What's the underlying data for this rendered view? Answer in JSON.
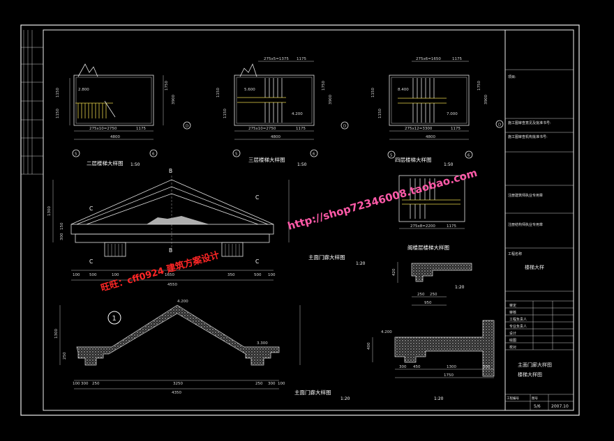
{
  "drawings": {
    "stair2": {
      "title": "二层楼梯大样图",
      "scale": "1:50",
      "dims_top": [],
      "dims_bottom": [
        "275x10=2750",
        "1175",
        "4800"
      ],
      "level": "2.800",
      "axes": [
        "5",
        "6",
        "D"
      ]
    },
    "stair3": {
      "title": "三层楼梯大样图",
      "scale": "1:50",
      "dims_top": [
        "275x5=1375",
        "1175"
      ],
      "dims_bottom": [
        "275x10=2750",
        "1175",
        "4800"
      ],
      "levels": [
        "5.600",
        "4.200"
      ],
      "axes": [
        "5",
        "6",
        "D"
      ]
    },
    "stair4": {
      "title": "四层楼梯大样图",
      "scale": "1:50",
      "dims_top": [
        "275x6=1650",
        "1175"
      ],
      "dims_bottom": [
        "275x12=3300",
        "1175",
        "4800"
      ],
      "levels": [
        "8.400",
        "7.000"
      ],
      "axes": [
        "5",
        "6",
        "D"
      ]
    },
    "stairTop": {
      "title": "阁楼层楼梯大样图",
      "dims_bottom": [
        "275x8=2200",
        "1175"
      ]
    },
    "portico1": {
      "title": "主面门廊大样图",
      "scale": "1:20",
      "section_marks": [
        "B",
        "B",
        "C",
        "C",
        "C",
        "C"
      ],
      "dims_bottom": [
        "100",
        "500",
        "100",
        "1650",
        "350",
        "500",
        "100",
        "4550"
      ],
      "dims_left": [
        "1300",
        "150",
        "300"
      ]
    },
    "portico2": {
      "title": "主面门廊大样图",
      "scale": "1:20",
      "circle_label": "1",
      "levels": [
        "4.200",
        "3.300"
      ],
      "dims_bottom": [
        "100",
        "300",
        "250",
        "3250",
        "250",
        "300",
        "100",
        "4350"
      ],
      "dims_left": [
        "1300",
        "250"
      ]
    },
    "detailSmall": {
      "scale": "1:20",
      "dims": [
        "250",
        "250",
        "950"
      ],
      "left": "420"
    },
    "detailLarge": {
      "scale": "1:20",
      "level": "4.200",
      "dims": [
        "300",
        "450",
        "1300",
        "300",
        "1750"
      ],
      "left": "400"
    }
  },
  "titleblock": {
    "rows": [
      "项目:",
      "施工图审查意见及批准书号:",
      "施工图审查机构批准书号:",
      "注册建筑师执业专用章",
      "注册结构师执业专用章",
      "工程名称"
    ],
    "project_name": "楼梯大样",
    "signers": [
      "审定",
      "审核",
      "工程负责人",
      "专业负责人",
      "设计",
      "绘图",
      "校对"
    ],
    "drawing_title_1": "主面门廊大样图",
    "drawing_title_2": "楼梯大样图",
    "footer_labels": [
      "工程编号",
      "图号"
    ],
    "sheet": "5/6",
    "date": "2007.10"
  },
  "watermarks": {
    "url": "http://shop72346008.taobao.com",
    "brand": "旺旺：cff0924 建筑方案设计",
    "brand_prefix": "旺旺：",
    "brand_id": "cff0924",
    "brand_suffix": "建筑方案设计"
  }
}
